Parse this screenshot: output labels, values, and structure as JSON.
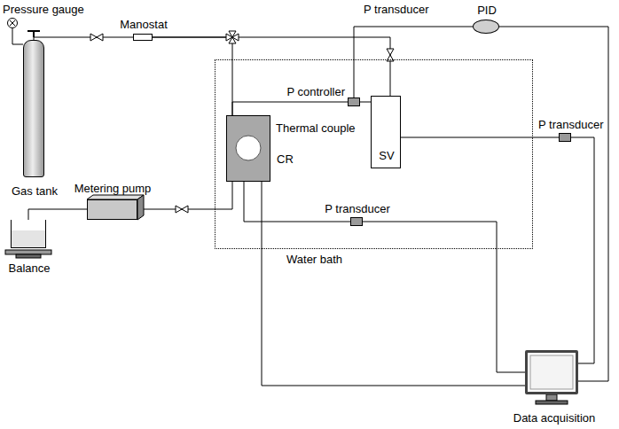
{
  "diagram": {
    "nodes": [
      {
        "text": [
          "Pressure gauge"
        ]
      },
      {
        "text": [
          "Manostat"
        ]
      },
      {
        "text": [
          "PID"
        ]
      },
      {
        "text": [
          "Gas tank"
        ]
      },
      {
        "text": [
          "Water bath"
        ]
      },
      {
        "text": [
          "P controller"
        ],
        "in": 4
      },
      {
        "text": [
          "CR"
        ],
        "in": 4
      },
      {
        "text": [
          "SV"
        ],
        "in": 4
      },
      {
        "text": [
          "P transducer"
        ]
      },
      {
        "text": [
          "P transducer"
        ],
        "in": 4
      },
      {
        "text": [
          "Metering pump"
        ]
      },
      {
        "text": [
          "Balance"
        ]
      },
      {
        "text": [
          "Data acquisition"
        ]
      }
    ],
    "edges": [
      {
        "from": 0,
        "to": 3,
        "arrow": "none"
      },
      {
        "from": 3,
        "to": 1,
        "arrow": "none"
      },
      {
        "from": 1,
        "to": 6,
        "arrow": "none"
      },
      {
        "from": 1,
        "to": 7,
        "arrow": "none"
      },
      {
        "from": 5,
        "to": 6,
        "arrow": "none"
      },
      {
        "from": 5,
        "to": 7,
        "arrow": "none"
      },
      {
        "from": 2,
        "to": 5,
        "arrow": "none"
      },
      {
        "from": 2,
        "to": 12,
        "arrow": "none"
      },
      {
        "from": 7,
        "to": 8,
        "arrow": "none"
      },
      {
        "from": 8,
        "to": 12,
        "arrow": "none"
      },
      {
        "from": 6,
        "to": 9,
        "arrow": "none"
      },
      {
        "from": 9,
        "to": 12,
        "arrow": "none"
      },
      {
        "from": 6,
        "to": 12,
        "arrow": "none"
      },
      {
        "from": 10,
        "to": 6,
        "arrow": "none"
      },
      {
        "from": 11,
        "to": 10,
        "arrow": "none"
      }
    ],
    "labels": [
      "P transducer",
      "Thermal couple"
    ]
  }
}
